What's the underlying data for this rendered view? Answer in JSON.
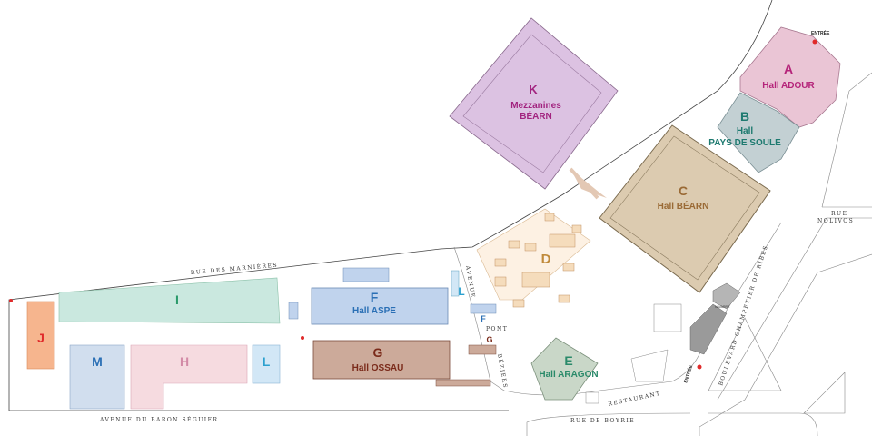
{
  "halls": {
    "A": {
      "letter": "A",
      "name": "Hall ADOUR",
      "color": "#eac5d5",
      "text_color": "#b5247a"
    },
    "B": {
      "letter": "B",
      "name1": "Hall",
      "name2": "PAYS DE SOULE",
      "color": "#c3d0d3",
      "text_color": "#1e7a70"
    },
    "C": {
      "letter": "C",
      "name": "Hall BÉARN",
      "color": "#dccbb0",
      "text_color": "#9a6a35"
    },
    "K": {
      "letter": "K",
      "name1": "Mezzanines",
      "name2": "BÉARN",
      "color": "#dcc2e2",
      "text_color": "#a2237f"
    },
    "D": {
      "letter": "D",
      "color": "#f5dcbc",
      "text_color": "#c08a3a"
    },
    "E": {
      "letter": "E",
      "name": "Hall ARAGON",
      "color": "#c9d7c8",
      "text_color": "#2a8a6a"
    },
    "F": {
      "letter": "F",
      "name": "Hall ASPE",
      "small_letter": "F",
      "color": "#c0d3ed",
      "text_color": "#2a6fb5"
    },
    "G": {
      "letter": "G",
      "name": "Hall OSSAU",
      "small_letter": "G",
      "color": "#ccaa9a",
      "text_color": "#7a2a1a"
    },
    "I": {
      "letter": "I",
      "color": "#cae8df",
      "text_color": "#2a9a6a"
    },
    "J": {
      "letter": "J",
      "color": "#f6b58e",
      "text_color": "#e02a2a"
    },
    "M": {
      "letter": "M",
      "color": "#d1deee",
      "text_color": "#2a6fb5"
    },
    "H": {
      "letter": "H",
      "color": "#f6dbe0",
      "text_color": "#d28aa6"
    },
    "L": {
      "letter": "L",
      "small_letter": "L",
      "color": "#d2e7f6",
      "text_color": "#2aa0cf"
    }
  },
  "streets": {
    "rue_marnieres": "RUE DES MARNIÈRES",
    "avenue_baron": "AVENUE DU BARON SÉGUIER",
    "avenue_vertical": "AVENUE",
    "pont": "PONT",
    "rue_beziers": "BÉZIERS",
    "restaurant": "RESTAURANT",
    "rue_boyrie": "RUE DE BOYRIE",
    "rue_nolivos1": "RUE",
    "rue_nolivos2": "NOLIVOS",
    "boulevard": "BOULEVARD CHAMPETIER DE RIBES",
    "navarre": "NAVARRE"
  },
  "entrances": {
    "top": "ENTRÉE",
    "bottom": "ENTRÉE"
  }
}
